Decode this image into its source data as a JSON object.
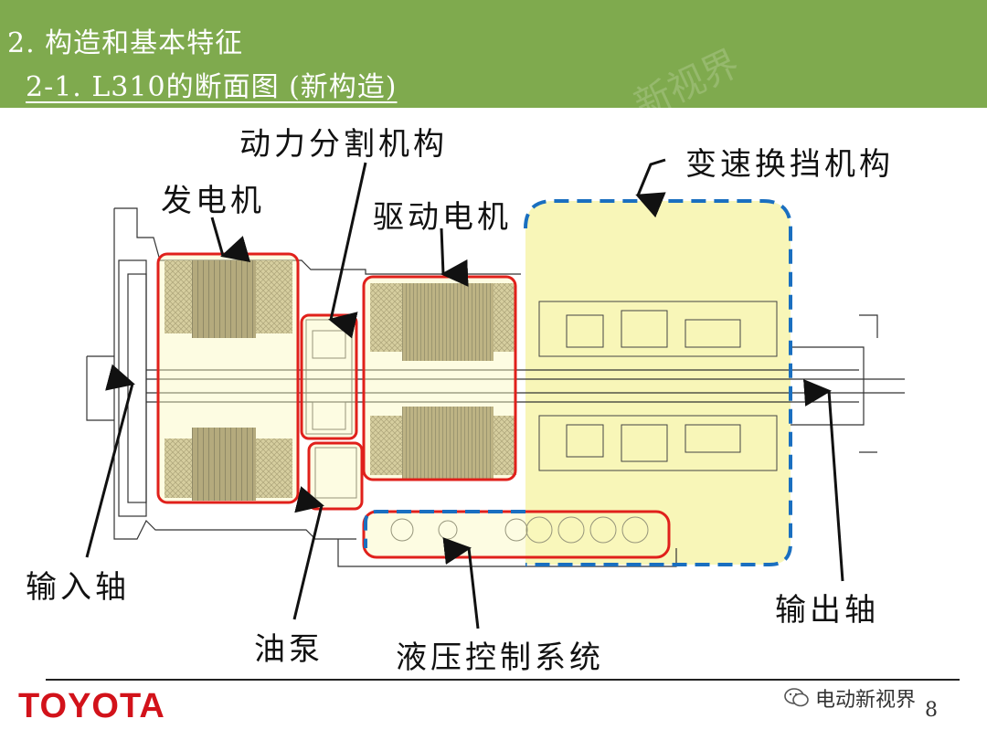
{
  "header": {
    "title": "2. 构造和基本特征",
    "subtitle": "2-1. L310的断面图 (新构造)",
    "watermark": "新视界",
    "color": "#7faa4e"
  },
  "labels": {
    "generator": "发电机",
    "power_split": "动力分割机构",
    "drive_motor": "驱动电机",
    "shift_mechanism": "变速换挡机构",
    "input_shaft": "输入轴",
    "oil_pump": "油泵",
    "hydraulic_control": "液压控制系统",
    "output_shaft": "输出轴"
  },
  "colors": {
    "red_box": "#e0201b",
    "blue_dash": "#1a6fc0",
    "highlight": "#f7f5b0"
  },
  "footer": {
    "logo": "TOYOTA",
    "wechat": "电动新视界",
    "page": "8"
  }
}
